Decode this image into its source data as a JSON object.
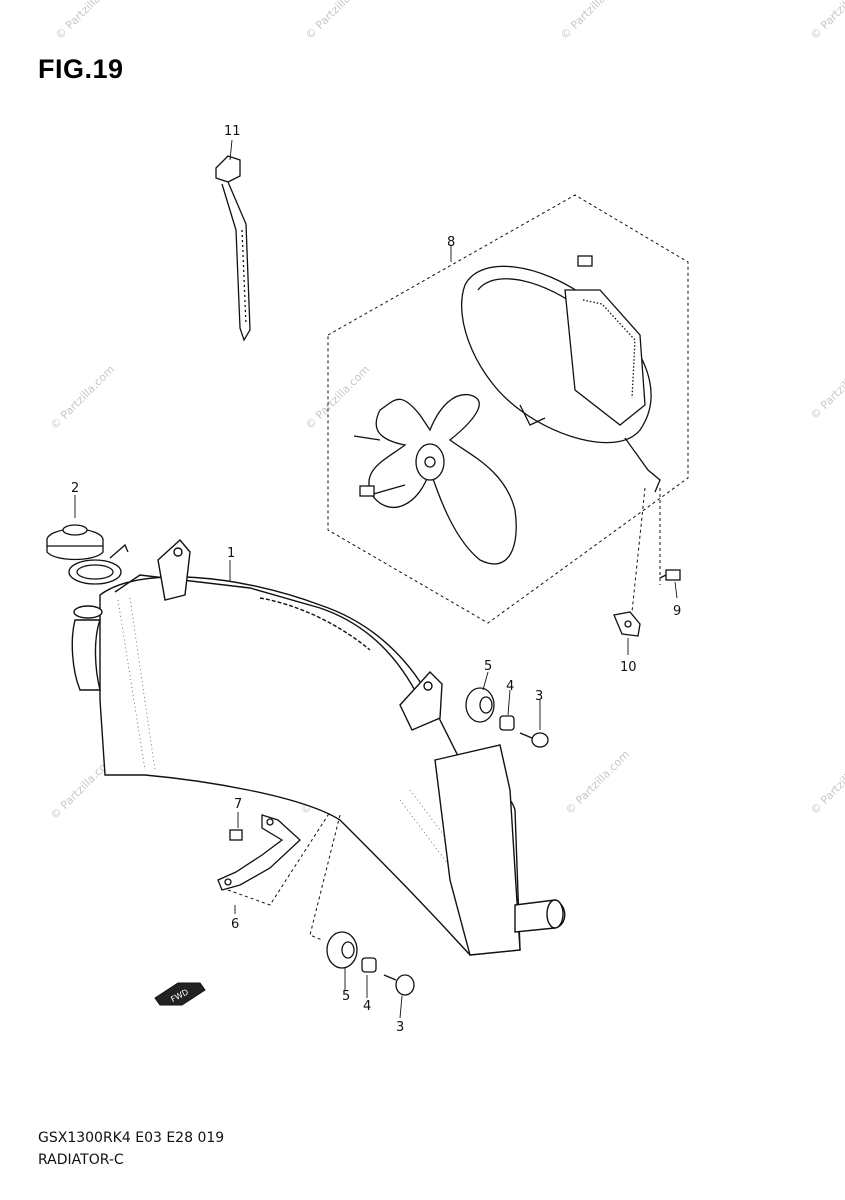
{
  "figure": {
    "title": "FIG.19",
    "code": "GSX1300RK4 E03 E28 019",
    "name": "RADIATOR-C"
  },
  "watermark": {
    "text": "© Partzilla.com"
  },
  "callouts": [
    {
      "num": "1"
    },
    {
      "num": "2"
    },
    {
      "num": "3"
    },
    {
      "num": "3"
    },
    {
      "num": "4"
    },
    {
      "num": "4"
    },
    {
      "num": "5"
    },
    {
      "num": "5"
    },
    {
      "num": "6"
    },
    {
      "num": "7"
    },
    {
      "num": "8"
    },
    {
      "num": "9"
    },
    {
      "num": "10"
    },
    {
      "num": "11"
    }
  ],
  "fwd_arrow": {
    "label": "FWD"
  }
}
